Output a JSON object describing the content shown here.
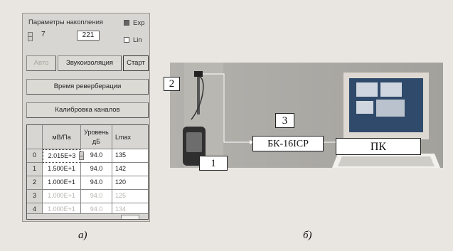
{
  "panel": {
    "title": "Параметры накопления",
    "value_left": "7",
    "value_right": "221",
    "option_exp": "Exp",
    "option_lin": "Lin",
    "btn_auto": "Авто",
    "btn_sound": "Звукоизоляция",
    "btn_start": "Старт",
    "btn_reverb": "Время реверберации",
    "btn_calib": "Калибровка каналов",
    "grid": {
      "col_mv": "мВ/Па",
      "col_level": "Уровень дБ",
      "col_lmax": "Lmax",
      "rows": [
        {
          "n": "0",
          "mv": "2.015E+3",
          "level": "94.0",
          "lmax": "135"
        },
        {
          "n": "1",
          "mv": "1.500E+1",
          "level": "94.0",
          "lmax": "142"
        },
        {
          "n": "2",
          "mv": "1.000E+1",
          "level": "94.0",
          "lmax": "120"
        },
        {
          "n": "3",
          "mv": "1.000E+1",
          "level": "94.0",
          "lmax": "125"
        },
        {
          "n": "4",
          "mv": "1.000E+1",
          "level": "94.0",
          "lmax": "134"
        }
      ]
    }
  },
  "photo": {
    "label_1": "1",
    "label_2": "2",
    "label_3": "3",
    "device": "БК-16ICP",
    "pc": "ПК"
  },
  "captions": {
    "a": "а)",
    "b": "б)"
  }
}
